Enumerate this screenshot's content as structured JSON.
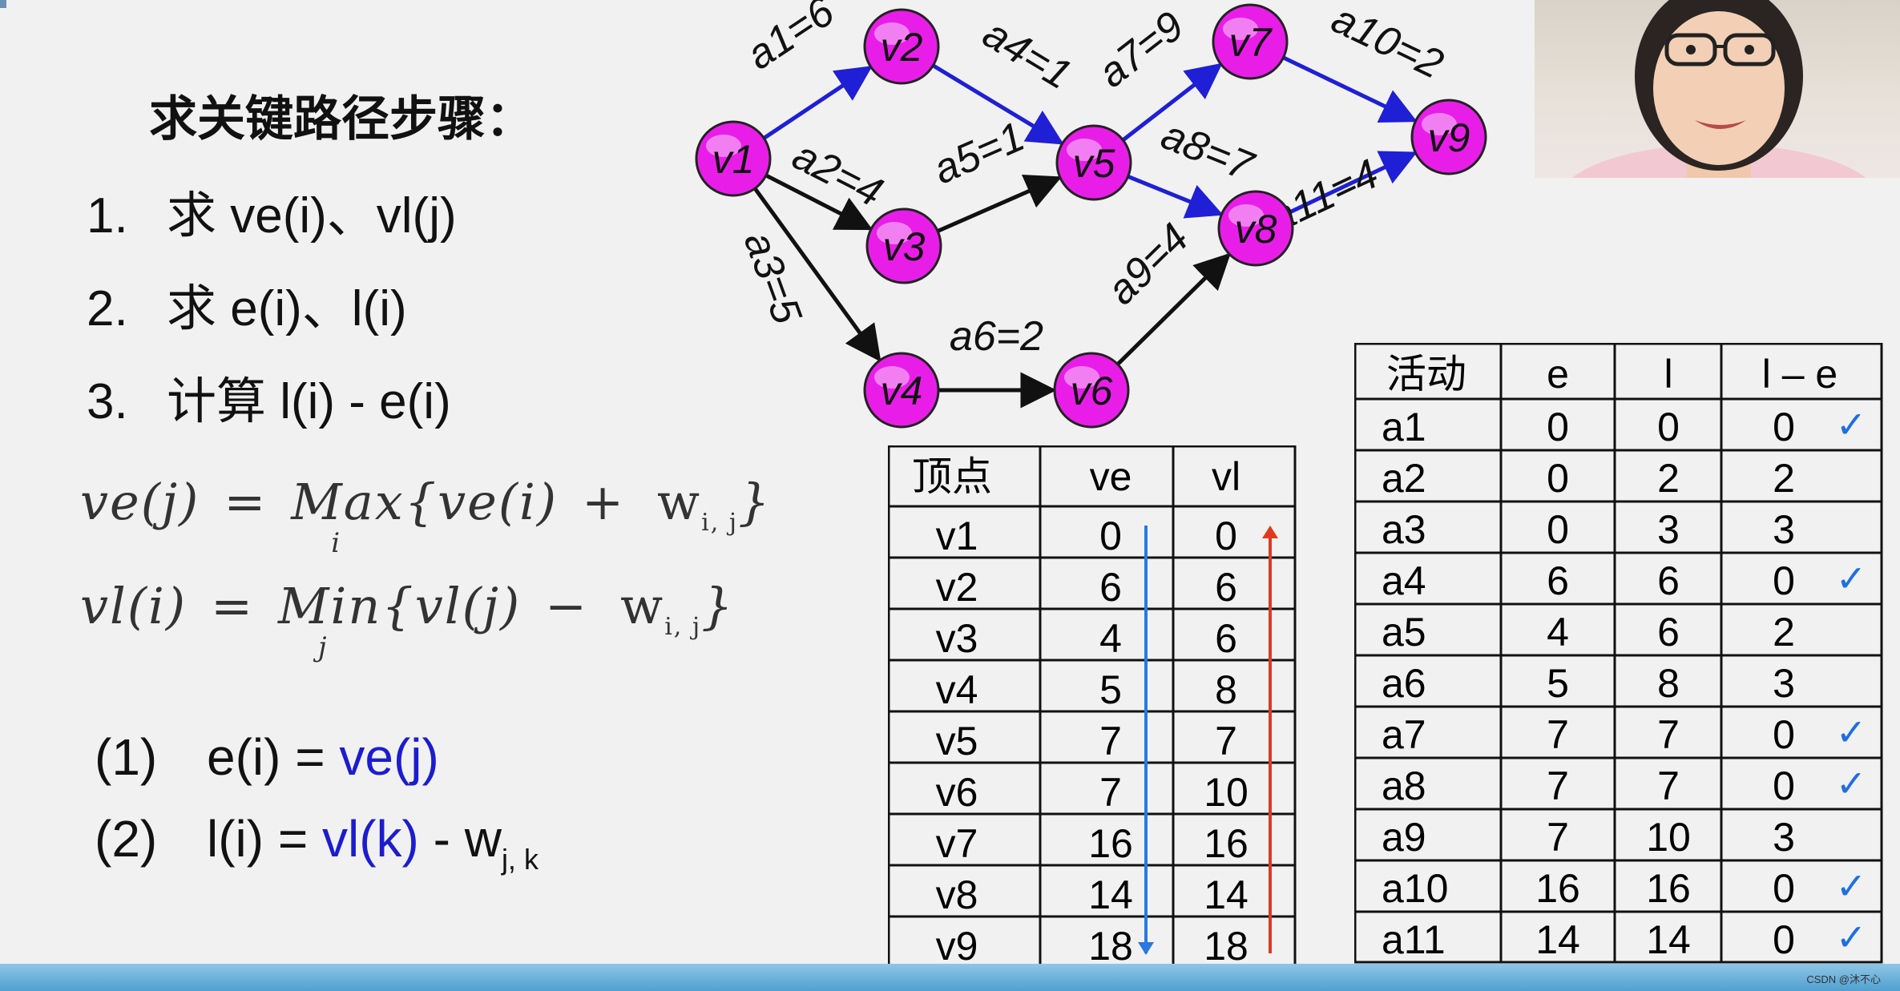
{
  "title": "求关键路径步骤：",
  "steps": [
    {
      "num": "1.",
      "text": "求 ve(i)、vl(j)"
    },
    {
      "num": "2.",
      "text": "求 e(i)、l(i)"
    },
    {
      "num": "3.",
      "text": "计算 l(i) - e(i)"
    }
  ],
  "formulas": {
    "ve": {
      "lhs": "ve(j)",
      "eq": "=",
      "op": "Max",
      "under": "i",
      "brace_expr": "{ve(i)",
      "sign": "+",
      "w": "w",
      "sub": "i, j",
      "close": "}"
    },
    "vl": {
      "lhs": "vl(i)",
      "eq": "=",
      "op": "Min",
      "under": "j",
      "brace_expr": "{vl(j)",
      "sign": "−",
      "w": "w",
      "sub": "i, j",
      "close": "}"
    }
  },
  "rules": [
    {
      "idx": "(1)",
      "lhs": "e(i) = ",
      "rhs_blue": "ve(j)",
      "rest": "",
      "sub": ""
    },
    {
      "idx": "(2)",
      "lhs": "l(i) = ",
      "rhs_blue": "vl(k)",
      "rest": " - w",
      "sub": "j, k"
    }
  ],
  "graph": {
    "nodes": [
      {
        "id": "v1",
        "label": "v1"
      },
      {
        "id": "v2",
        "label": "v2"
      },
      {
        "id": "v3",
        "label": "v3"
      },
      {
        "id": "v4",
        "label": "v4"
      },
      {
        "id": "v5",
        "label": "v5"
      },
      {
        "id": "v6",
        "label": "v6"
      },
      {
        "id": "v7",
        "label": "v7"
      },
      {
        "id": "v8",
        "label": "v8"
      },
      {
        "id": "v9",
        "label": "v9"
      }
    ],
    "edges": [
      {
        "label": "a1=6",
        "from": "v1",
        "to": "v2",
        "critical": true
      },
      {
        "label": "a2=4",
        "from": "v1",
        "to": "v3",
        "critical": false
      },
      {
        "label": "a3=5",
        "from": "v1",
        "to": "v4",
        "critical": false
      },
      {
        "label": "a4=1",
        "from": "v2",
        "to": "v5",
        "critical": true
      },
      {
        "label": "a5=1",
        "from": "v3",
        "to": "v5",
        "critical": false
      },
      {
        "label": "a6=2",
        "from": "v4",
        "to": "v6",
        "critical": false
      },
      {
        "label": "a7=9",
        "from": "v5",
        "to": "v7",
        "critical": true
      },
      {
        "label": "a8=7",
        "from": "v5",
        "to": "v8",
        "critical": true
      },
      {
        "label": "a9=4",
        "from": "v6",
        "to": "v8",
        "critical": false
      },
      {
        "label": "a10=2",
        "from": "v7",
        "to": "v9",
        "critical": true
      },
      {
        "label": "a11=4",
        "from": "v8",
        "to": "v9",
        "critical": true
      }
    ],
    "colors": {
      "critical": "#1f1fd6",
      "normal": "#111111",
      "node_fill": "#e81ee8",
      "node_stroke": "#222222"
    }
  },
  "vertex_table": {
    "headers": [
      "顶点",
      "ve",
      "vl"
    ],
    "rows": [
      [
        "v1",
        "0",
        "0"
      ],
      [
        "v2",
        "6",
        "6"
      ],
      [
        "v3",
        "4",
        "6"
      ],
      [
        "v4",
        "5",
        "8"
      ],
      [
        "v5",
        "7",
        "7"
      ],
      [
        "v6",
        "7",
        "10"
      ],
      [
        "v7",
        "16",
        "16"
      ],
      [
        "v8",
        "14",
        "14"
      ],
      [
        "v9",
        "18",
        "18"
      ]
    ],
    "arrow_colors": {
      "ve": "#2a78e0",
      "vl": "#e03a1e"
    }
  },
  "activity_table": {
    "headers": [
      "活动",
      "e",
      "l",
      "l – e"
    ],
    "rows": [
      [
        "a1",
        "0",
        "0",
        "0",
        true
      ],
      [
        "a2",
        "0",
        "2",
        "2",
        false
      ],
      [
        "a3",
        "0",
        "3",
        "3",
        false
      ],
      [
        "a4",
        "6",
        "6",
        "0",
        true
      ],
      [
        "a5",
        "4",
        "6",
        "2",
        false
      ],
      [
        "a6",
        "5",
        "8",
        "3",
        false
      ],
      [
        "a7",
        "7",
        "7",
        "0",
        true
      ],
      [
        "a8",
        "7",
        "7",
        "0",
        true
      ],
      [
        "a9",
        "7",
        "10",
        "3",
        false
      ],
      [
        "a10",
        "16",
        "16",
        "0",
        true
      ],
      [
        "a11",
        "14",
        "14",
        "0",
        true
      ]
    ],
    "check": "✓",
    "check_color": "#1f6fe0"
  },
  "watermark": "CSDN @沐不心"
}
